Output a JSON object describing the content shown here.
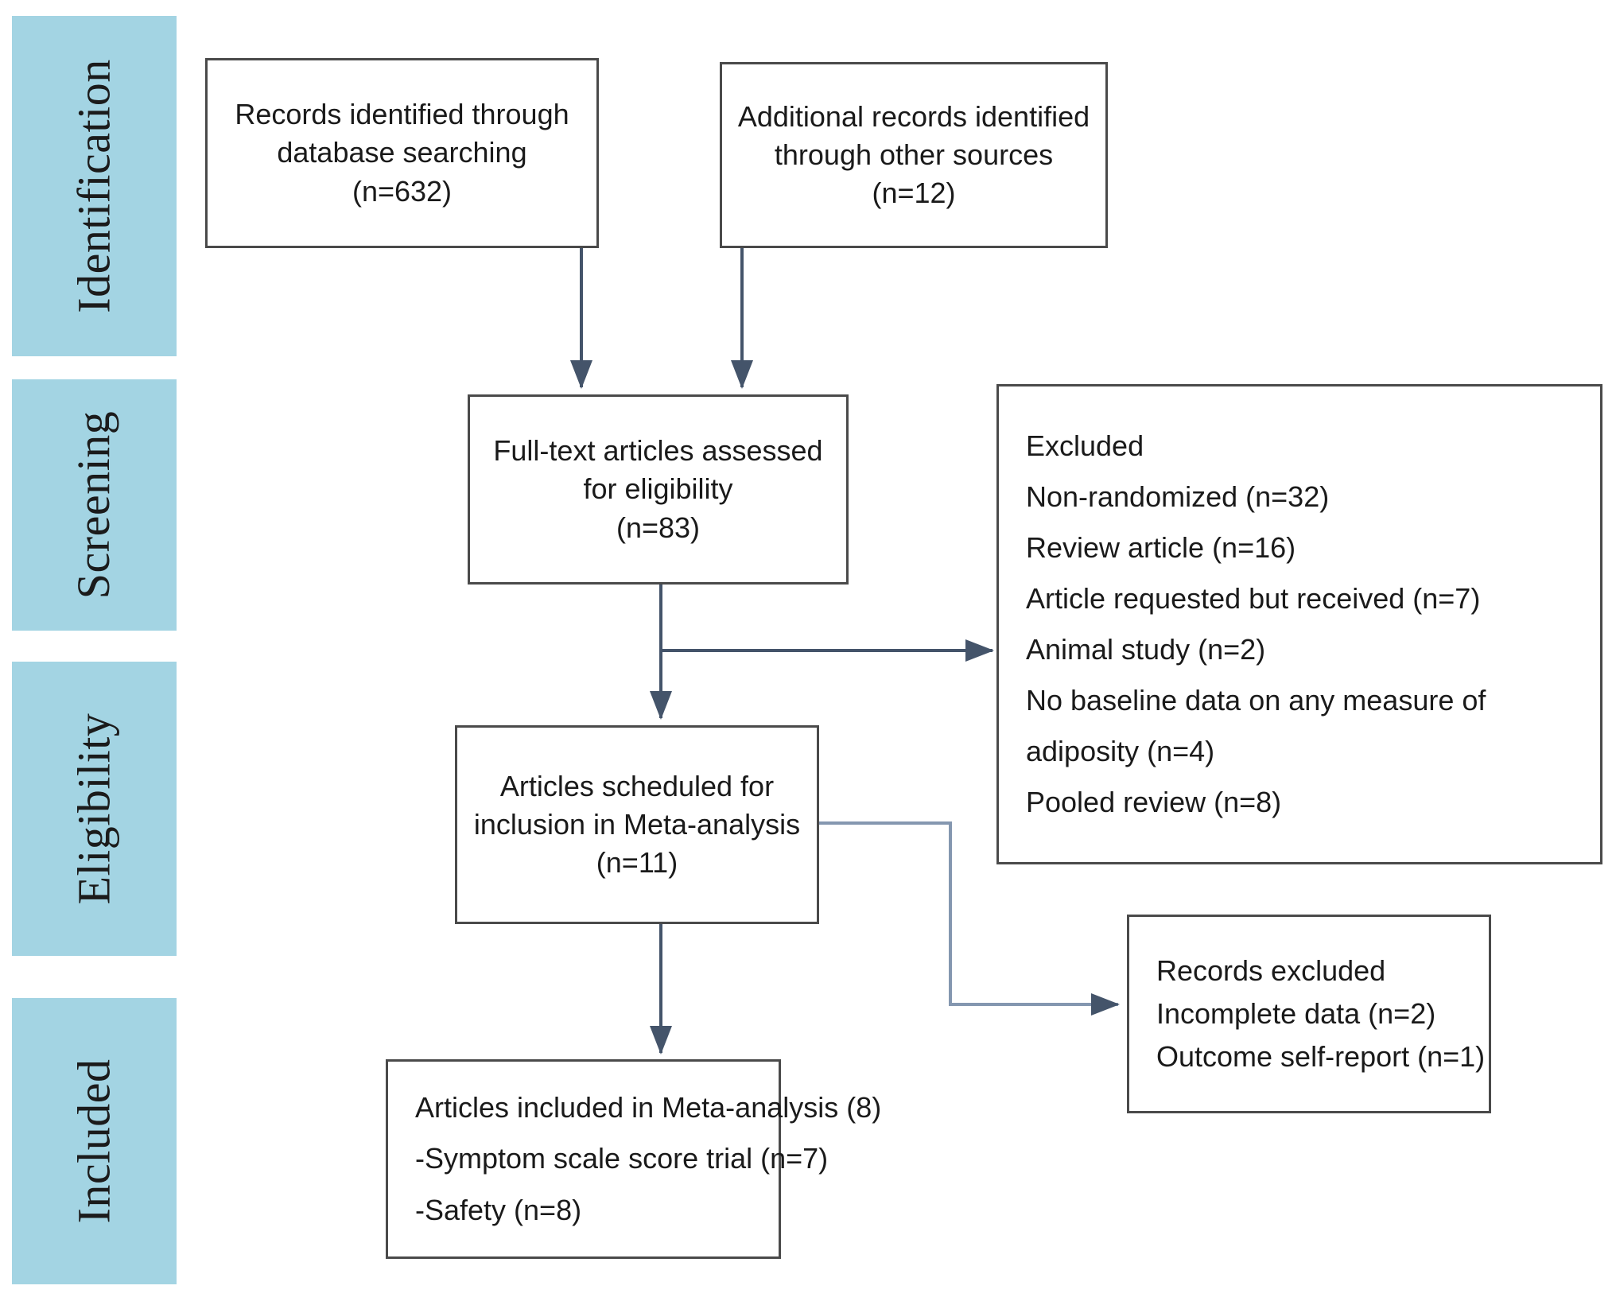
{
  "diagram": {
    "type": "prisma-flow-diagram",
    "accent_color": "#a3d4e3",
    "box_border_color": "#4a4a4a",
    "connector_color": "#44546a",
    "phases": [
      {
        "label": "Identification"
      },
      {
        "label": "Screening"
      },
      {
        "label": "Eligibility"
      },
      {
        "label": "Included"
      }
    ],
    "boxes": {
      "database_records": {
        "lines": [
          "Records identified through",
          "database searching",
          "(n=632)"
        ]
      },
      "other_records": {
        "lines": [
          "Additional records identified",
          "through other sources",
          "(n=12)"
        ]
      },
      "full_text_assessed": {
        "lines": [
          "Full-text articles assessed",
          "for eligibility",
          "(n=83)"
        ]
      },
      "excluded_reasons": {
        "lines": [
          "Excluded",
          "Non-randomized (n=32)",
          "Review article (n=16)",
          "Article requested but received (n=7)",
          "Animal study (n=2)",
          "No baseline data on any measure of",
          "adiposity (n=4)",
          "Pooled review (n=8)"
        ]
      },
      "scheduled_for_inclusion": {
        "lines": [
          "Articles scheduled for",
          "inclusion in Meta-analysis",
          "(n=11)"
        ]
      },
      "records_excluded": {
        "lines": [
          "Records excluded",
          "Incomplete data (n=2)",
          "Outcome self-report (n=1)"
        ]
      },
      "included_in_meta_analysis": {
        "lines": [
          "Articles included in Meta-analysis (8)",
          "-Symptom scale score trial (n=7)",
          "-Safety (n=8)"
        ]
      }
    }
  }
}
